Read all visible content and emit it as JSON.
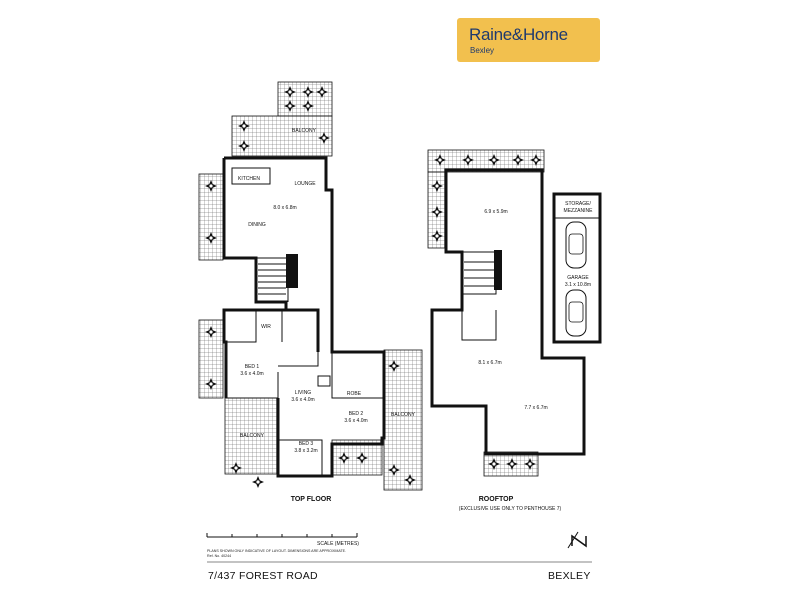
{
  "agency": {
    "brand": "Raine&Horne",
    "office": "Bexley",
    "brand_color": "#f2c04e",
    "text_color": "#1f3a6e"
  },
  "top_floor": {
    "title": "TOP FLOOR",
    "rooms": {
      "kitchen": "KITCHEN",
      "lounge": "LOUNGE",
      "lounge_dims": "8.0 x 6.8m",
      "dining": "DINING",
      "wir": "WIR",
      "bed1": "BED 1",
      "bed1_dims": "3.6 x 4.0m",
      "living": "LIVING",
      "living_dims": "3.6 x 4.0m",
      "bed2": "BED 2",
      "bed2_dims": "3.6 x 4.0m",
      "bed3": "BED 3",
      "bed3_dims": "3.8 x 3.2m",
      "robe": "ROBE",
      "balcony": "BALCONY"
    }
  },
  "rooftop": {
    "title": "ROOFTOP",
    "subtitle": "(EXCLUSIVE USE ONLY TO PENTHOUSE 7)",
    "rooms": {
      "top_dims": "6.9 x 5.9m",
      "mid_dims": "8.1 x 6.7m",
      "low_dims": "7.7 x 6.7m"
    }
  },
  "garage": {
    "storage": "STORAGE/",
    "mezzanine": "MEZZANINE",
    "label": "GARAGE",
    "dims": "3.1 x 10.8m"
  },
  "scale": {
    "label": "SCALE (METRES)"
  },
  "disclaimer": {
    "line1": "PLANS SHOWN ONLY INDICATIVE OF LAYOUT. DIMENSIONS ARE APPROXIMATE.",
    "line2": "Ref. No. 40244"
  },
  "footer": {
    "address": "7/437 FOREST ROAD",
    "suburb": "BEXLEY"
  },
  "icons": {
    "north": "north-arrow-icon",
    "car": "car-icon",
    "plant": "planter-icon"
  }
}
